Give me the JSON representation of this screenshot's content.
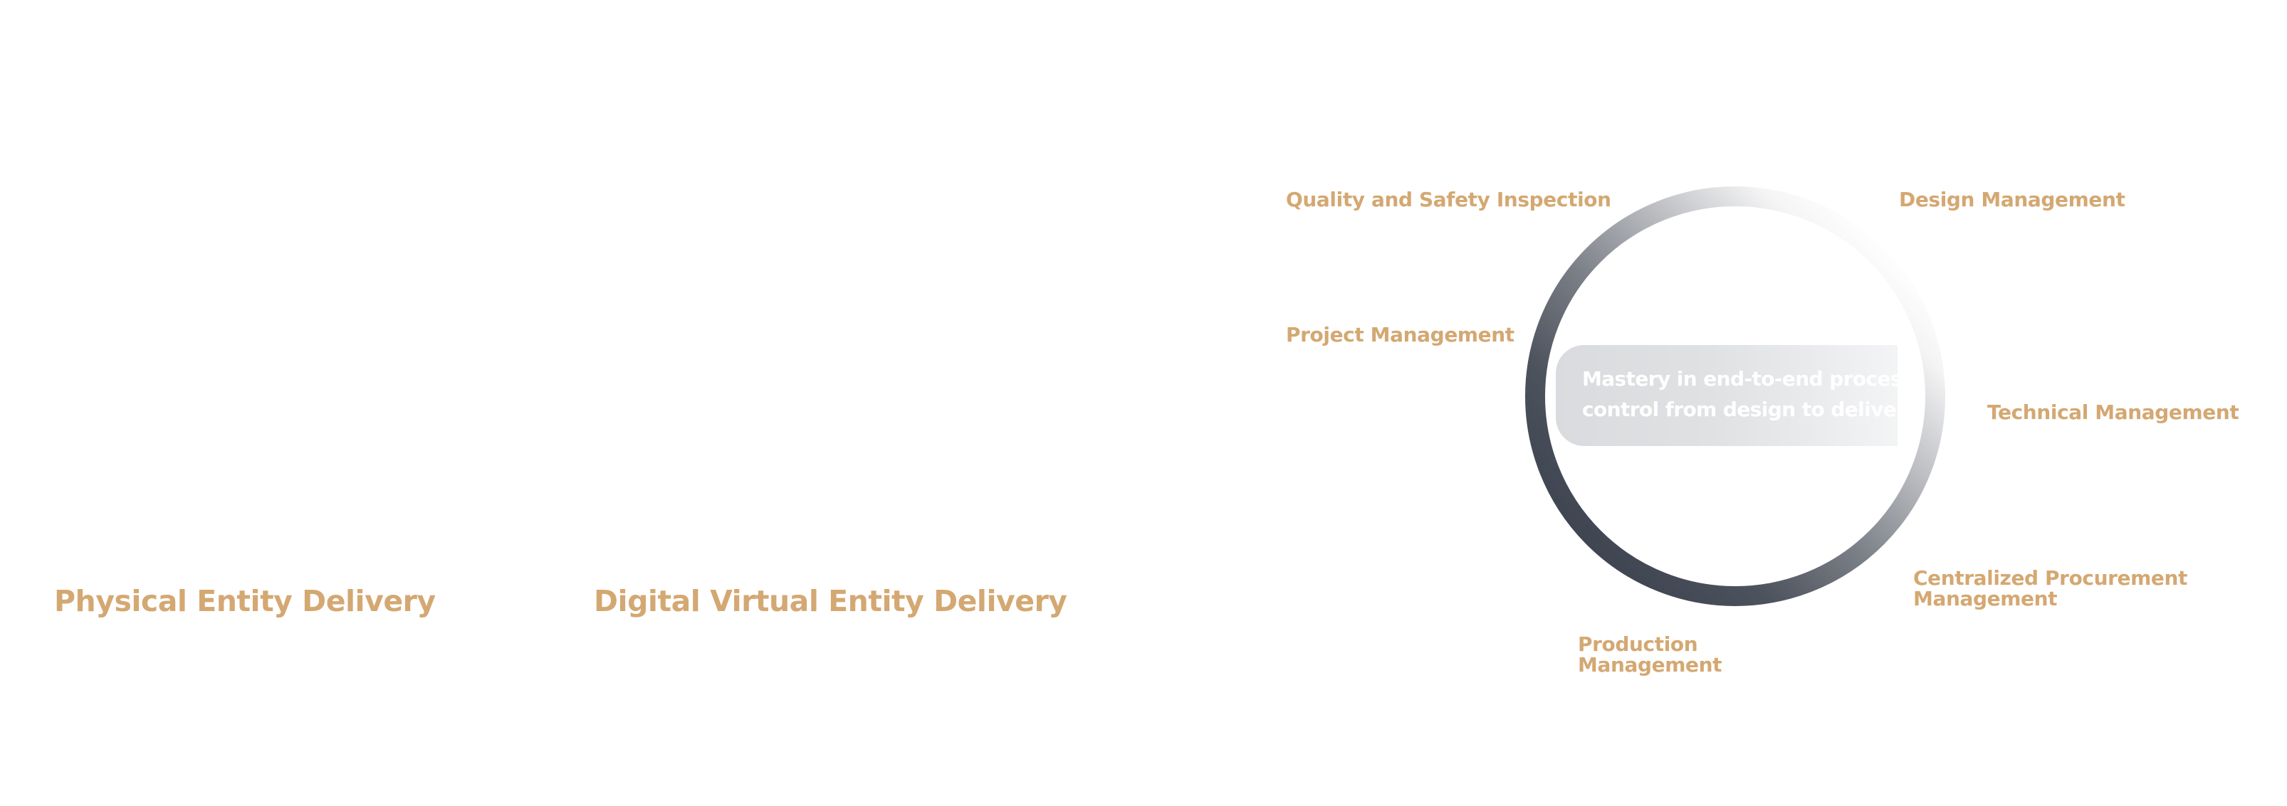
{
  "headings": {
    "physical": "Physical Entity Delivery",
    "digital": "Digital Virtual Entity Delivery"
  },
  "diagram": {
    "center_text": {
      "line1": "Mastery in end-to-end process",
      "line2": "control from design to delivery"
    },
    "labels": {
      "quality": "Quality and Safety Inspection",
      "design": "Design Management",
      "project": "Project Management",
      "technical": "Technical Management",
      "procurement": {
        "line1": "Centralized Procurement",
        "line2": "Management"
      },
      "production": {
        "line1": "Production",
        "line2": "Management"
      }
    }
  },
  "colors": {
    "accent": "#D4A872",
    "ring_dark": "#3E4450",
    "ring_light": "#FFFFFF",
    "pill_bg": "#E5E6E7",
    "background": "#FFFFFF"
  }
}
